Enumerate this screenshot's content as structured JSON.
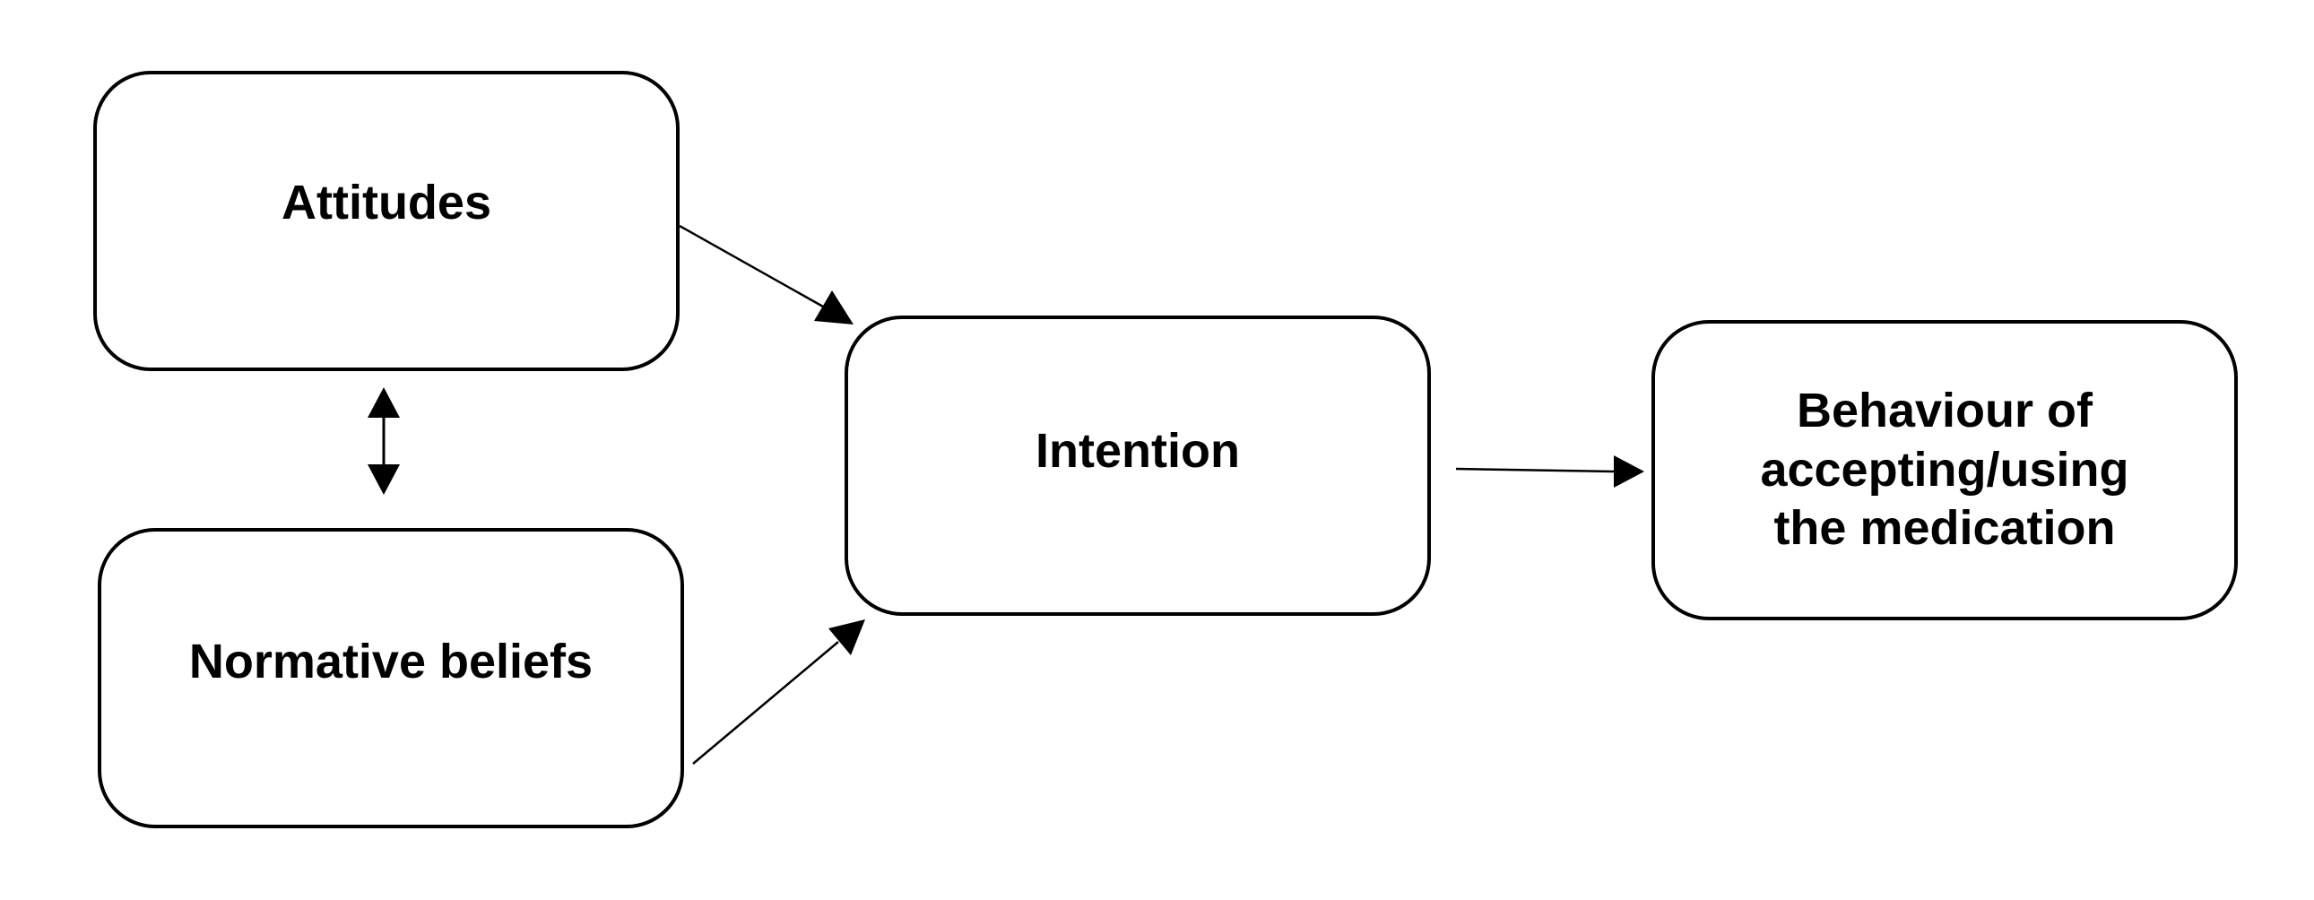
{
  "nodes": {
    "attitudes": "Attitudes",
    "normative_beliefs": "Normative beliefs",
    "intention": "Intention",
    "behaviour": {
      "lines": [
        "Behaviour of",
        "accepting/using",
        "the medication"
      ]
    }
  },
  "edges": [
    {
      "from": "Attitudes",
      "to": "Intention",
      "style": "single-arrow"
    },
    {
      "from": "Normative beliefs",
      "to": "Intention",
      "style": "single-arrow"
    },
    {
      "from": "Intention",
      "to": "Behaviour of accepting/using the medication",
      "style": "single-arrow"
    },
    {
      "from": "Attitudes",
      "to": "Normative beliefs",
      "style": "double-arrow"
    }
  ],
  "colors": {
    "stroke": "#000000",
    "fill": "#ffffff",
    "text": "#000000"
  }
}
